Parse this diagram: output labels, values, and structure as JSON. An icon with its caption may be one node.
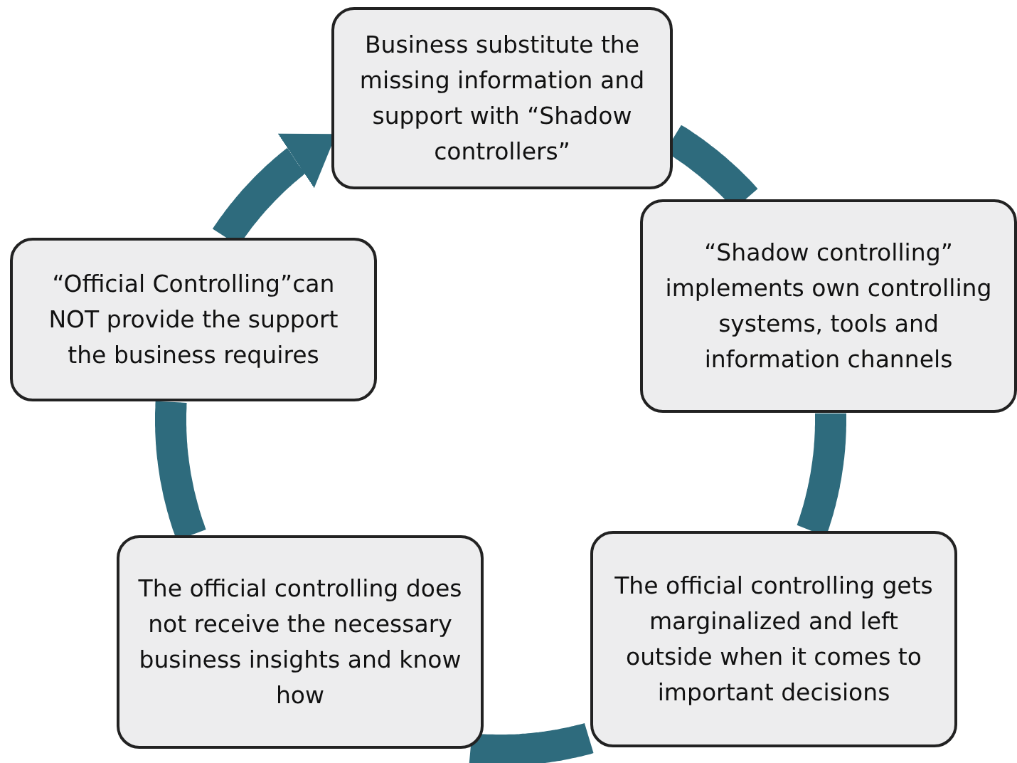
{
  "diagram": {
    "nodes": [
      {
        "text": [
          "Business substitute the missing information and support with “Shadow controllers”"
        ]
      },
      {
        "text": [
          "“Shadow controlling” implements own controlling systems, tools and information channels"
        ]
      },
      {
        "text": [
          "The official controlling gets marginalized and left outside when it comes to important decisions"
        ]
      },
      {
        "text": [
          "The official controlling does not receive the necessary business insights and know how"
        ]
      },
      {
        "text": [
          "“Official Controlling”can NOT provide the support the business requires"
        ]
      }
    ],
    "edges": [
      {
        "from": 0,
        "to": 1,
        "arrow": "none"
      },
      {
        "from": 1,
        "to": 2,
        "arrow": "none"
      },
      {
        "from": 2,
        "to": 3,
        "arrow": "none"
      },
      {
        "from": 3,
        "to": 4,
        "arrow": "none"
      },
      {
        "from": 4,
        "to": 0,
        "arrow": "to"
      }
    ]
  }
}
